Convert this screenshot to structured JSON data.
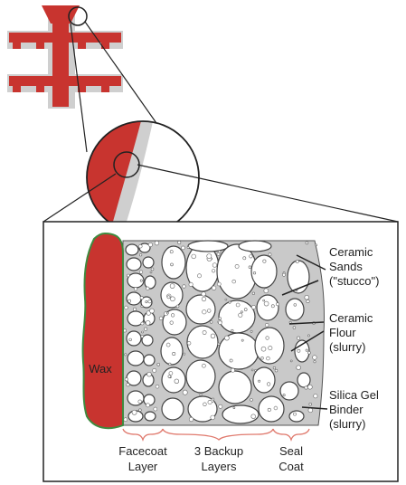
{
  "labels": {
    "wax": "Wax",
    "ceramic_sands_1": "Ceramic",
    "ceramic_sands_2": "Sands",
    "ceramic_sands_3": "(\"stucco\")",
    "ceramic_flour_1": "Ceramic",
    "ceramic_flour_2": "Flour",
    "ceramic_flour_3": "(slurry)",
    "silica_1": "Silica Gel",
    "silica_2": "Binder",
    "silica_3": "(slurry)",
    "facecoat_1": "Facecoat",
    "facecoat_2": "Layer",
    "backup_1": "3 Backup",
    "backup_2": "Layers",
    "seal_1": "Seal",
    "seal_2": "Coat"
  },
  "colors": {
    "wax_red": "#c8342f",
    "shell_gray": "#c9c9c9",
    "wax_outline": "#3f8a3f",
    "bracket": "#e07a6e",
    "line": "#222222"
  }
}
